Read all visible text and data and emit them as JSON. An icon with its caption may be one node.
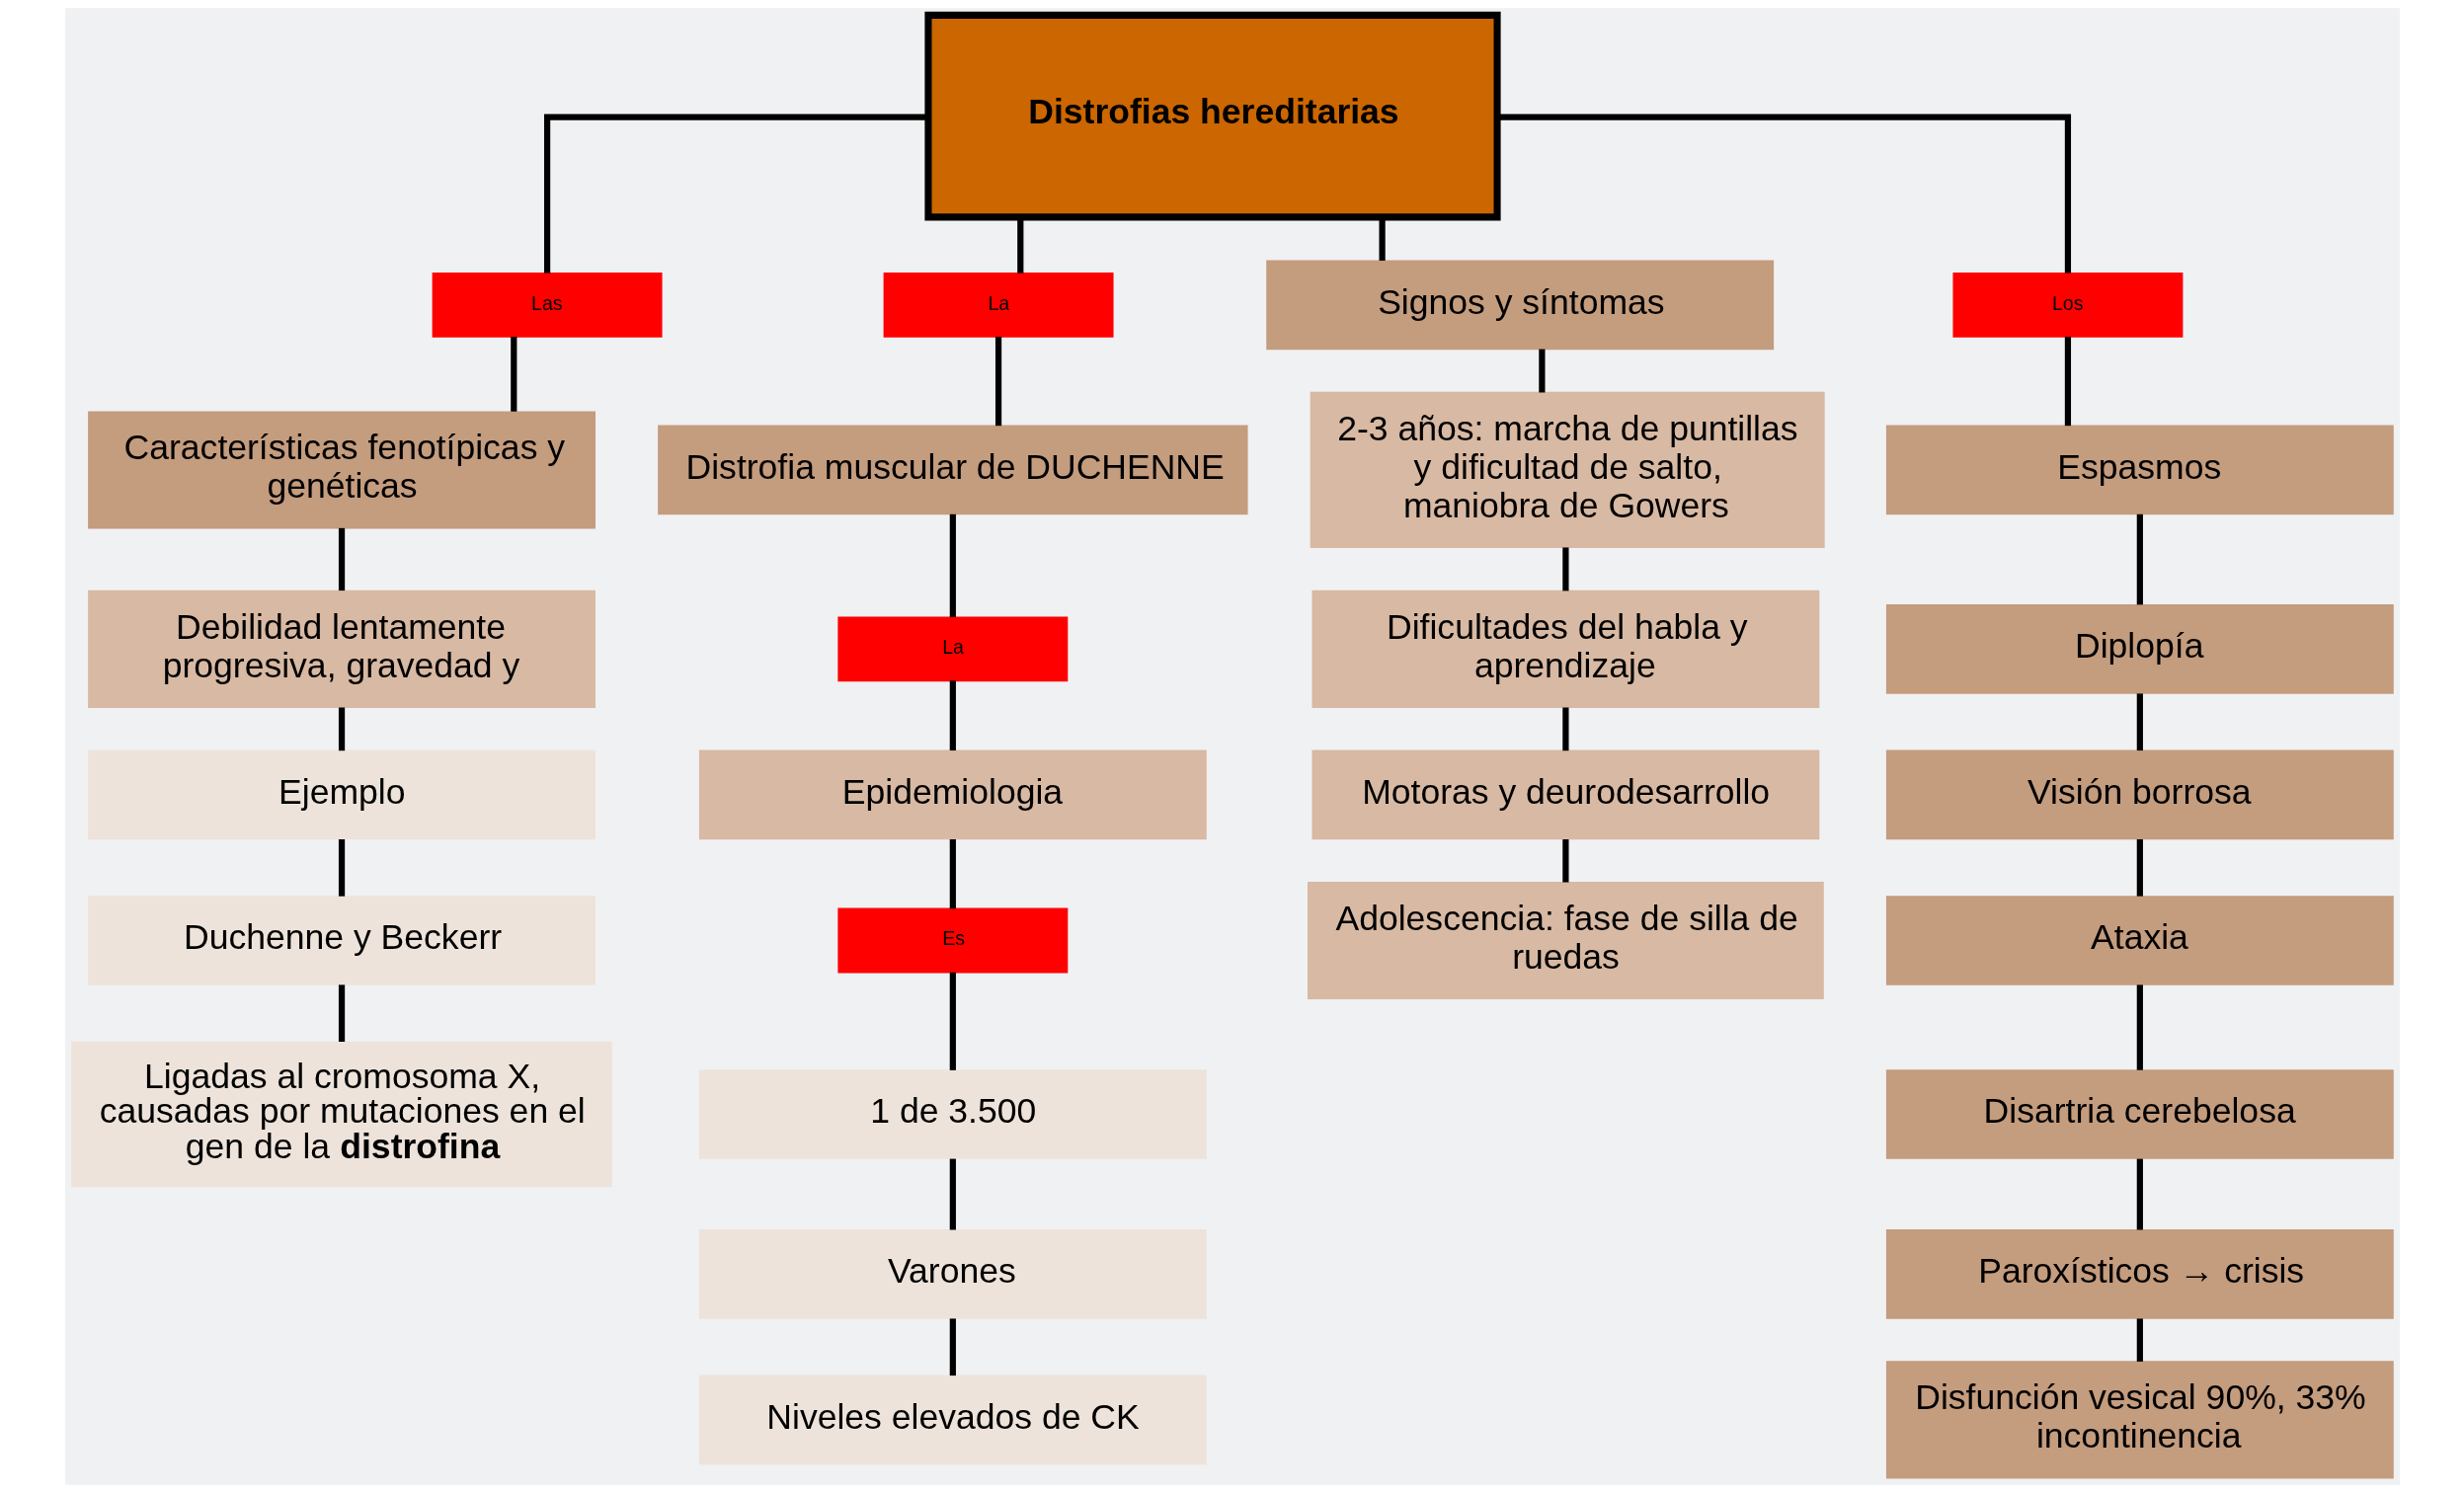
{
  "diagram": {
    "nodes": [
      {
        "text": [
          "Distrofias hereditarias"
        ]
      },
      {
        "text": [
          "Las"
        ]
      },
      {
        "text": [
          "Características fenotípicas y genéticas"
        ]
      },
      {
        "text": [
          "Debilidad lentamente progresiva, gravedad y"
        ]
      },
      {
        "text": [
          "Ejemplo"
        ]
      },
      {
        "text": [
          "Duchenne y Beckerr"
        ]
      },
      {
        "text": [
          "Ligadas al cromosoma X, causadas por mutaciones en el gen de la **distrofina**"
        ]
      },
      {
        "text": [
          "La"
        ]
      },
      {
        "text": [
          "Distrofia muscular de DUCHENNE"
        ]
      },
      {
        "text": [
          "La"
        ]
      },
      {
        "text": [
          "Epidemiologia"
        ]
      },
      {
        "text": [
          "Es"
        ]
      },
      {
        "text": [
          "1 de 3.500"
        ]
      },
      {
        "text": [
          "Varones"
        ]
      },
      {
        "text": [
          "Niveles elevados de CK"
        ]
      },
      {
        "text": [
          "Signos y síntomas"
        ]
      },
      {
        "text": [
          "2-3 años: marcha de puntillas y dificultad de salto, maniobra de Gowers"
        ]
      },
      {
        "text": [
          "Dificultades del habla y aprendizaje"
        ]
      },
      {
        "text": [
          "Motoras y deurodesarrollo"
        ]
      },
      {
        "text": [
          "Adolescencia: fase de silla de ruedas"
        ]
      },
      {
        "text": [
          "Los"
        ]
      },
      {
        "text": [
          "Espasmos"
        ]
      },
      {
        "text": [
          "Diplopía"
        ]
      },
      {
        "text": [
          "Visión borrosa"
        ]
      },
      {
        "text": [
          "Ataxia"
        ]
      },
      {
        "text": [
          "Disartria cerebelosa"
        ]
      },
      {
        "text": [
          "Paroxísticos → crisis"
        ]
      },
      {
        "text": [
          "Disfunción vesical 90%, 33% incontinencia"
        ]
      }
    ],
    "edges": [
      {
        "from": 0,
        "to": 1,
        "arrow": "none"
      },
      {
        "from": 1,
        "to": 2,
        "arrow": "none"
      },
      {
        "from": 2,
        "to": 3,
        "arrow": "none"
      },
      {
        "from": 3,
        "to": 4,
        "arrow": "none"
      },
      {
        "from": 4,
        "to": 5,
        "arrow": "none"
      },
      {
        "from": 5,
        "to": 6,
        "arrow": "none"
      },
      {
        "from": 0,
        "to": 7,
        "arrow": "none"
      },
      {
        "from": 7,
        "to": 8,
        "arrow": "none"
      },
      {
        "from": 8,
        "to": 9,
        "arrow": "none"
      },
      {
        "from": 9,
        "to": 10,
        "arrow": "none"
      },
      {
        "from": 10,
        "to": 11,
        "arrow": "none"
      },
      {
        "from": 11,
        "to": 12,
        "arrow": "none"
      },
      {
        "from": 12,
        "to": 13,
        "arrow": "none"
      },
      {
        "from": 13,
        "to": 14,
        "arrow": "none"
      },
      {
        "from": 0,
        "to": 15,
        "arrow": "none"
      },
      {
        "from": 15,
        "to": 16,
        "arrow": "none"
      },
      {
        "from": 16,
        "to": 17,
        "arrow": "none"
      },
      {
        "from": 17,
        "to": 18,
        "arrow": "none"
      },
      {
        "from": 18,
        "to": 19,
        "arrow": "none"
      },
      {
        "from": 0,
        "to": 20,
        "arrow": "none"
      },
      {
        "from": 20,
        "to": 21,
        "arrow": "none"
      },
      {
        "from": 21,
        "to": 22,
        "arrow": "none"
      },
      {
        "from": 22,
        "to": 23,
        "arrow": "none"
      },
      {
        "from": 23,
        "to": 24,
        "arrow": "none"
      },
      {
        "from": 24,
        "to": 25,
        "arrow": "none"
      },
      {
        "from": 25,
        "to": 26,
        "arrow": "none"
      },
      {
        "from": 26,
        "to": 27,
        "arrow": "none"
      }
    ]
  }
}
